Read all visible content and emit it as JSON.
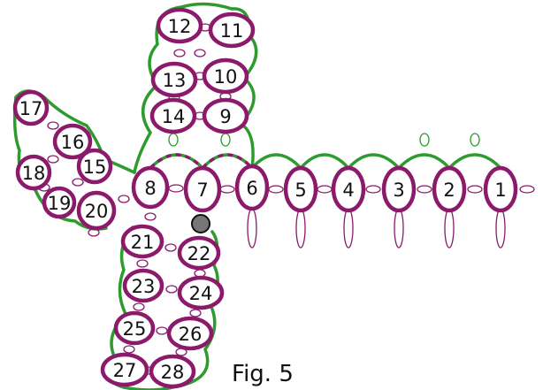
{
  "caption": "Fig. 5",
  "rings": [
    {
      "label": "1"
    },
    {
      "label": "2"
    },
    {
      "label": "3"
    },
    {
      "label": "4"
    },
    {
      "label": "5"
    },
    {
      "label": "6"
    },
    {
      "label": "7"
    },
    {
      "label": "8"
    },
    {
      "label": "9"
    },
    {
      "label": "10"
    },
    {
      "label": "11"
    },
    {
      "label": "12"
    },
    {
      "label": "13"
    },
    {
      "label": "14"
    },
    {
      "label": "15"
    },
    {
      "label": "16"
    },
    {
      "label": "17"
    },
    {
      "label": "18"
    },
    {
      "label": "19"
    },
    {
      "label": "20"
    },
    {
      "label": "21"
    },
    {
      "label": "22"
    },
    {
      "label": "23"
    },
    {
      "label": "24"
    },
    {
      "label": "25"
    },
    {
      "label": "26"
    },
    {
      "label": "27"
    },
    {
      "label": "28"
    }
  ],
  "colors": {
    "ring": "#8b1a6b",
    "chain": "#2e9b2e",
    "bead": "#777777"
  }
}
